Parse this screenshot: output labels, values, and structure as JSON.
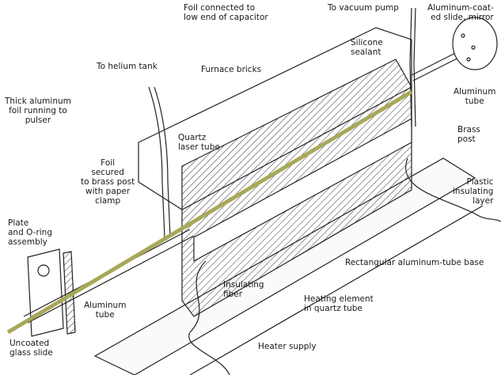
{
  "title": "Helium laser furnace apparatus",
  "colors": {
    "laser_tube": "#a8a85a",
    "ink": "#1a1a1a",
    "paper": "#ffffff"
  },
  "labels": {
    "foil_capacitor": [
      "Foil connected to",
      "low end of capacitor"
    ],
    "vacuum_pump": [
      "To vacuum pump"
    ],
    "mirror_slide": [
      "Aluminum-coat-",
      "ed slide, mirror"
    ],
    "silicone_sealant": [
      "Silicone",
      "sealant"
    ],
    "helium_tank": [
      "To helium tank"
    ],
    "furnace_bricks": [
      "Furnace bricks"
    ],
    "thick_foil": [
      "Thick aluminum",
      "foil running to",
      "pulser"
    ],
    "quartz_laser_tube": [
      "Quartz",
      "laser tube"
    ],
    "aluminum_tube_right": [
      "Aluminum",
      "tube"
    ],
    "brass_post": [
      "Brass",
      "post"
    ],
    "foil_secured": [
      "Foil",
      "secured",
      "to brass post",
      "with paper",
      "clamp"
    ],
    "plastic_layer": [
      "Plastic",
      "insulating",
      "layer"
    ],
    "plate_oring": [
      "Plate",
      "and O-ring",
      "assembly"
    ],
    "rect_base": [
      "Rectangular aluminum-tube base"
    ],
    "insulating_fiber": [
      "Insulating",
      "fiber"
    ],
    "heating_element": [
      "Heating element",
      "in quartz tube"
    ],
    "aluminum_tube_left": [
      "Aluminum",
      "tube"
    ],
    "uncoated_slide": [
      "Uncoated",
      "glass slide"
    ],
    "heater_supply": [
      "Heater supply"
    ]
  }
}
